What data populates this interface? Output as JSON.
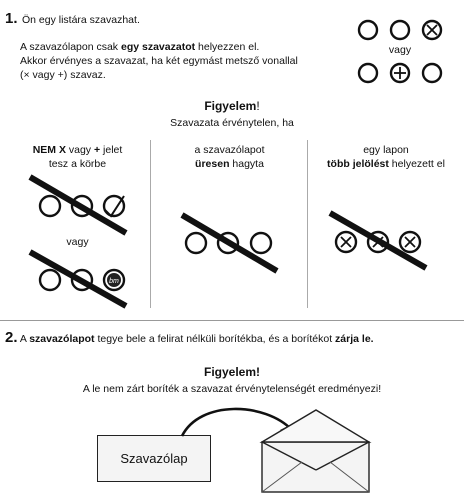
{
  "step1": {
    "number": "1.",
    "text": "Ön egy listára szavazhat.",
    "line1_pre": "A szavazólapon csak ",
    "line1_bold": "egy szavazatot",
    "line1_post": " helyezzen el.",
    "line2": "Akkor érvényes a szavazat, ha két egymást metsző vonallal",
    "line3": "(× vagy +) szavaz.",
    "example_or": "vagy"
  },
  "warning1": {
    "title_bold": "Figyelem",
    "title_rest": "!",
    "subtitle": "Szavazata érvénytelen, ha"
  },
  "columns": {
    "col1": {
      "line1_bold": "NEM X",
      "line1_mid": " vagy ",
      "line1_bold2": "+",
      "line1_post": " jelet",
      "line2": "tesz a körbe",
      "or": "vagy",
      "scribble_text": "bm"
    },
    "col2": {
      "line1": "a szavazólapot",
      "line2_bold": "üresen",
      "line2_post": " hagyta"
    },
    "col3": {
      "line1": "egy lapon",
      "line2_bold": "több jelölést",
      "line2_post": " helyezett el"
    }
  },
  "step2": {
    "number": "2.",
    "pre": " A ",
    "bold1": "szavazólapot",
    "mid": " tegye bele a felirat nélküli borítékba, és a borítékot ",
    "bold2": "zárja le."
  },
  "warning2": {
    "title": "Figyelem!",
    "text": "A le nem zárt boríték a szavazat érvénytelenségét eredményezi!"
  },
  "ballot_label": "Szavazólap"
}
